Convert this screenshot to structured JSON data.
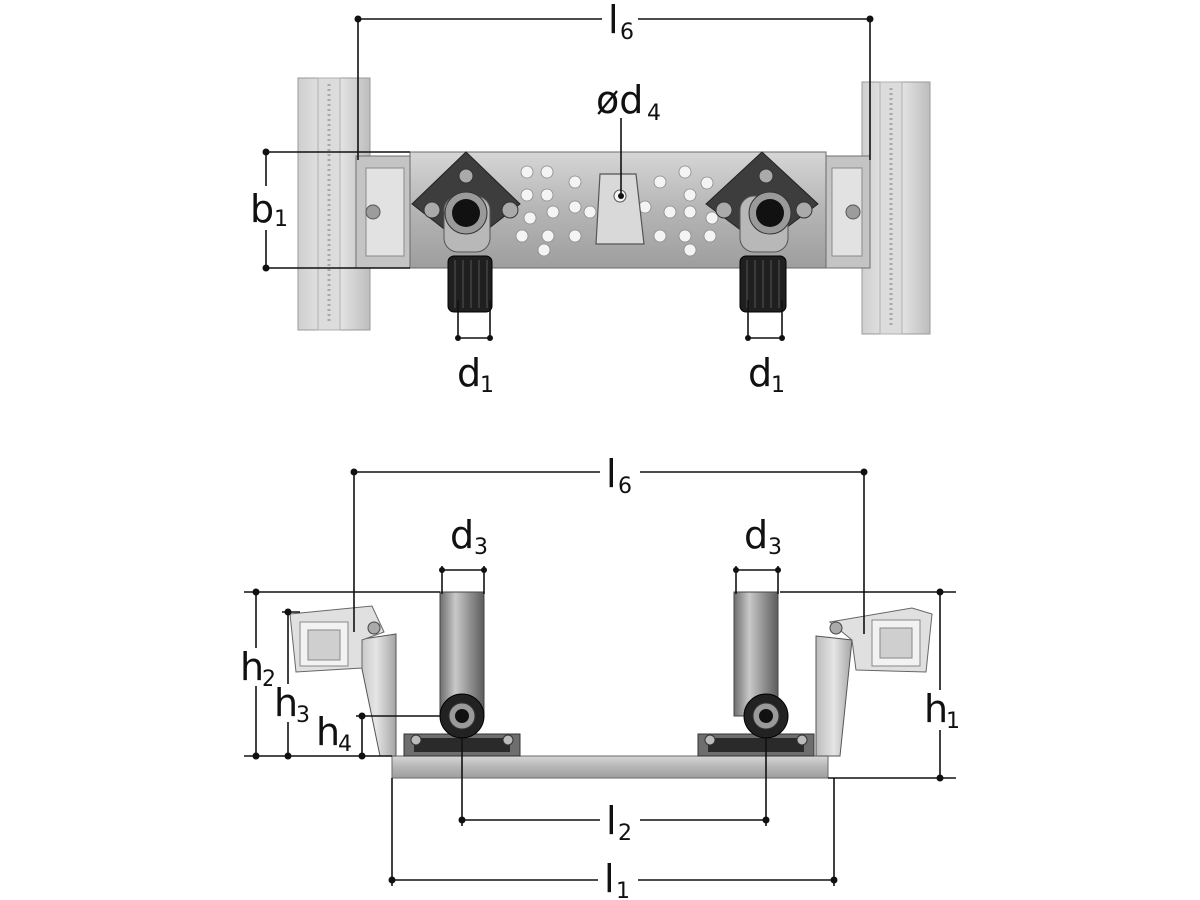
{
  "diagram": {
    "top_view": {
      "labels": {
        "l6": {
          "main": "l",
          "sub": "6"
        },
        "d4": {
          "main": "ød",
          "sub": "4"
        },
        "b1": {
          "main": "b",
          "sub": "1"
        },
        "d1_left": {
          "main": "d",
          "sub": "1"
        },
        "d1_right": {
          "main": "d",
          "sub": "1"
        }
      }
    },
    "front_view": {
      "labels": {
        "l6": {
          "main": "l",
          "sub": "6"
        },
        "d3_left": {
          "main": "d",
          "sub": "3"
        },
        "d3_right": {
          "main": "d",
          "sub": "3"
        },
        "h1": {
          "main": "h",
          "sub": "1"
        },
        "h2": {
          "main": "h",
          "sub": "2"
        },
        "h3": {
          "main": "h",
          "sub": "3"
        },
        "h4": {
          "main": "h",
          "sub": "4"
        },
        "l2": {
          "main": "l",
          "sub": "2"
        },
        "l1": {
          "main": "l",
          "sub": "1"
        }
      }
    }
  }
}
